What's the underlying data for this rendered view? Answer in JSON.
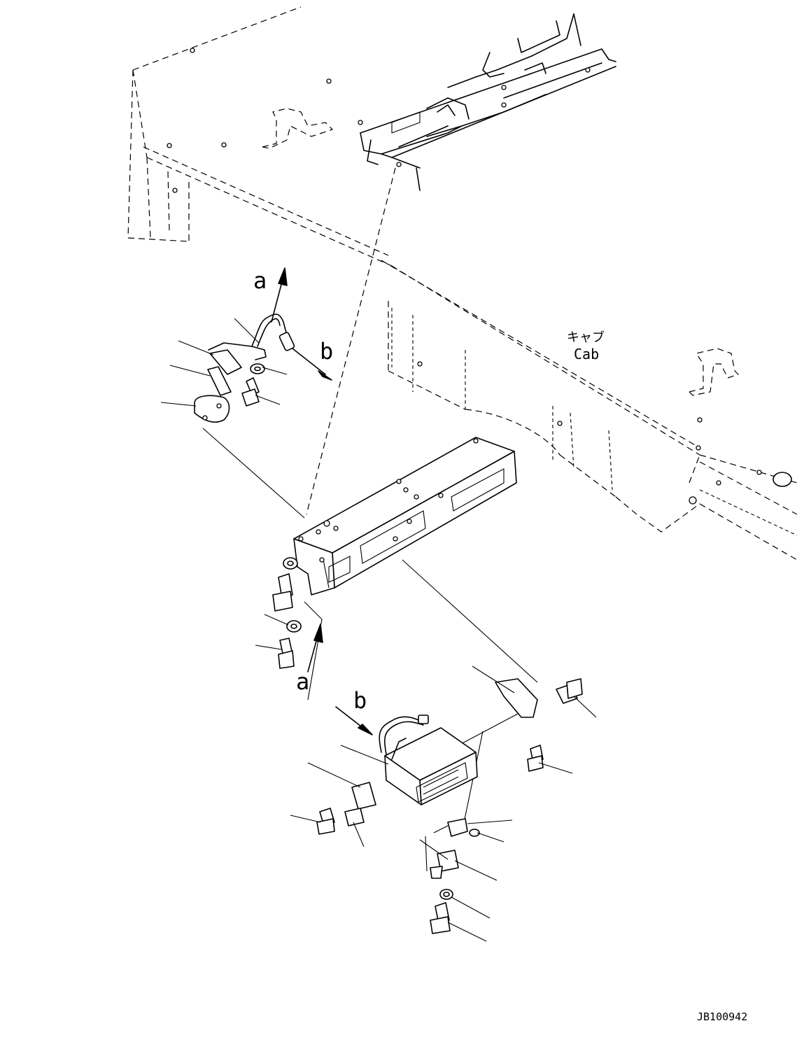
{
  "labels": {
    "cab_jp": "キャブ",
    "cab_en": "Cab",
    "ref_a": "a",
    "ref_b": "b",
    "drawing_no": "JB100942"
  }
}
